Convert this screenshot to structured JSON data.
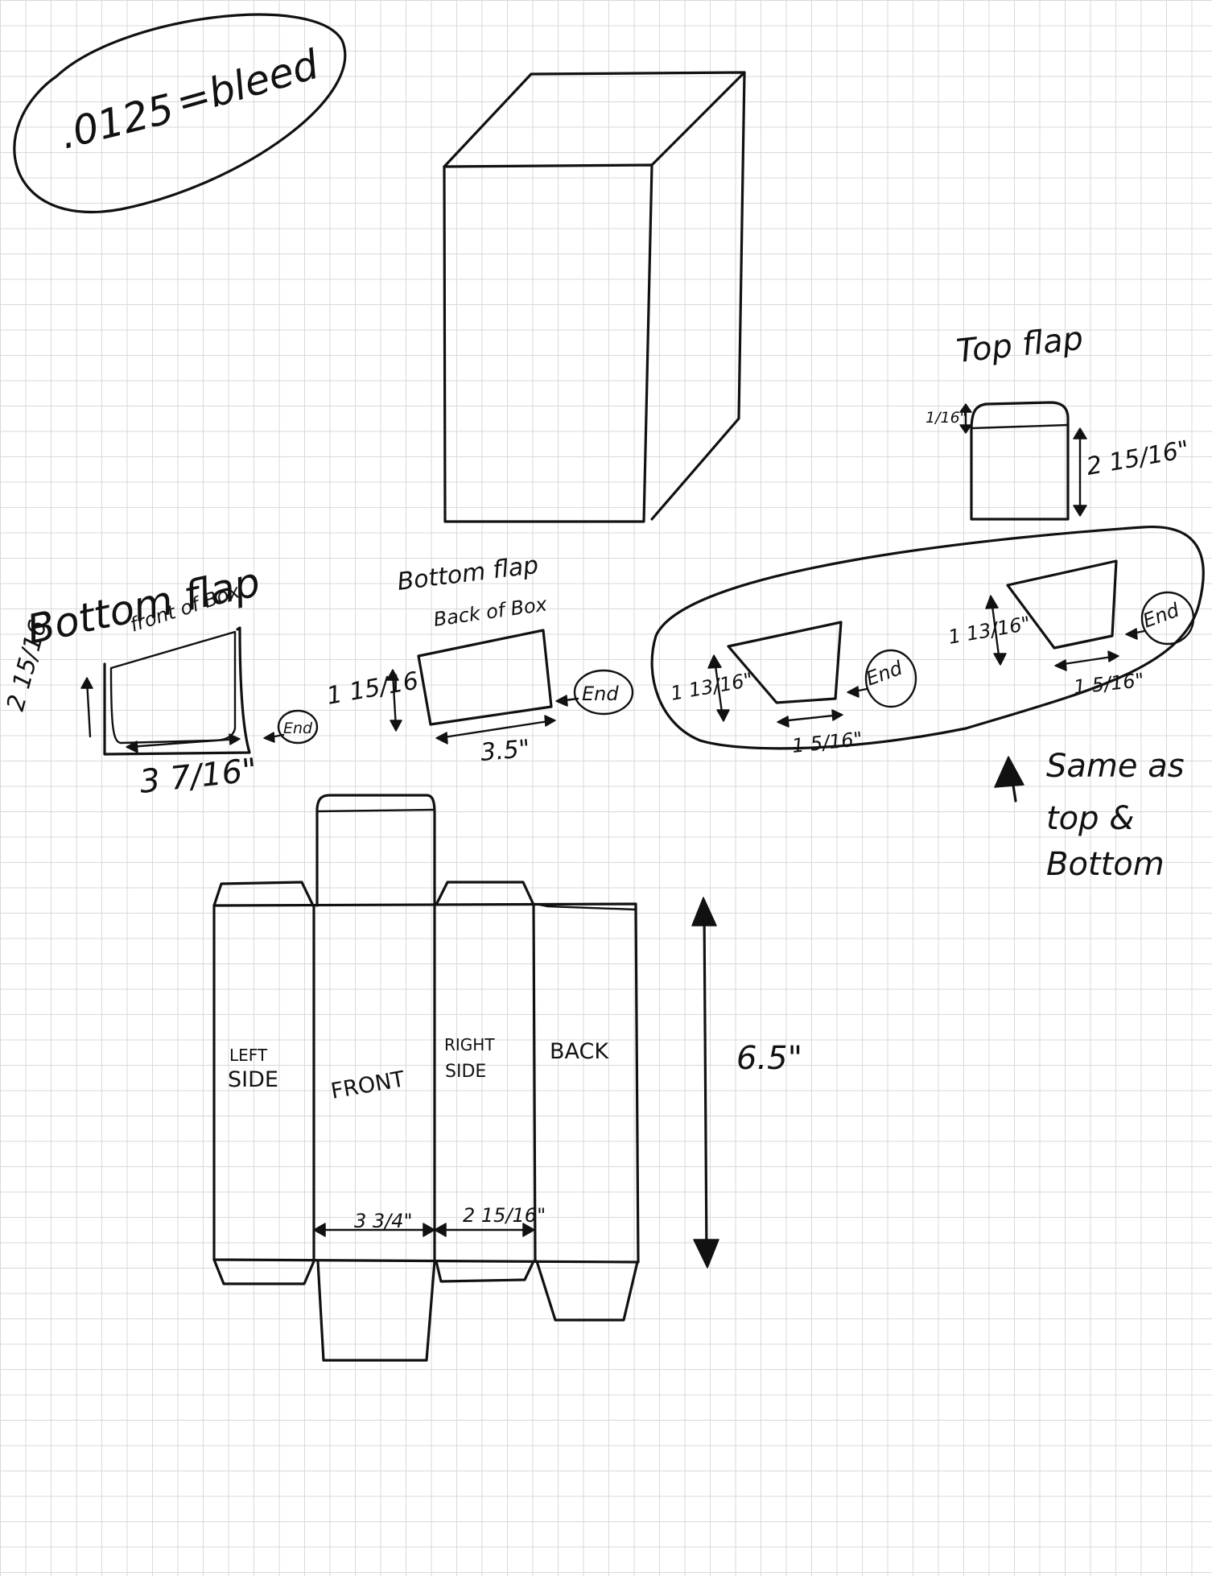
{
  "bleed_note": {
    "value": ".0125",
    "equals_label": "=bleed"
  },
  "top_flap": {
    "title": "Top flap",
    "tuck_dim": "1/16\"",
    "height_dim": "2 15/16\""
  },
  "bottom_flap_front": {
    "title": "Bottom flap",
    "subtitle": "front of Box",
    "height_dim": "2 15/16",
    "width_dim": "3 7/16\"",
    "end_label": "End"
  },
  "bottom_flap_back": {
    "title": "Bottom flap",
    "subtitle": "Back of Box",
    "height_dim": "1 15/16",
    "width_dim": "3.5\"",
    "end_label": "End"
  },
  "side_flaps": {
    "left": {
      "height_dim": "1 13/16\"",
      "width_dim": "1 5/16\"",
      "end_label": "End"
    },
    "right": {
      "height_dim": "1 13/16\"",
      "width_dim": "1 5/16\"",
      "end_label": "End"
    },
    "note": {
      "line1": "Same as",
      "line2": "top &",
      "line3": "Bottom"
    }
  },
  "dieline": {
    "panels": {
      "left_side": {
        "line1": "LEFT",
        "line2": "SIDE"
      },
      "front": "FRONT",
      "right_side": {
        "line1": "RIGHT",
        "line2": "SIDE"
      },
      "back": "BACK"
    },
    "front_width_dim": "3 3/4\"",
    "side_width_dim": "2 15/16\"",
    "height_dim": "6.5\""
  }
}
